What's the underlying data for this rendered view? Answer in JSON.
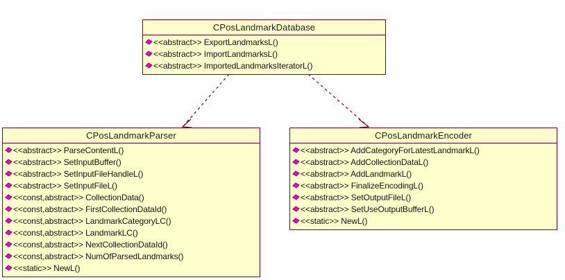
{
  "diagram": {
    "type": "uml-class-diagram",
    "background_color": "#ffffff",
    "box_fill_color": "#ffffcc",
    "box_border_color": "#7d0022",
    "connector_color": "#7d0022",
    "bullet_color": "#ff00cc",
    "text_color": "#111111",
    "classes": [
      {
        "id": "database",
        "name": "CPosLandmarkDatabase",
        "members": [
          {
            "stereotype": "<<abstract>>",
            "name": "ExportLandmarksL()",
            "text": "<<abstract>> ExportLandmarksL()",
            "visibility": "magenta-diamond"
          },
          {
            "stereotype": "<<abstract>>",
            "name": "ImportLandmarksL()",
            "text": "<<abstract>> ImportLandmarksL()",
            "visibility": "magenta-diamond"
          },
          {
            "stereotype": "<<abstract>>",
            "name": "ImportedLandmarksIteratorL()",
            "text": "<<abstract>> ImportedLandmarksIteratorL()",
            "visibility": "magenta-diamond"
          }
        ]
      },
      {
        "id": "parser",
        "name": "CPosLandmarkParser",
        "members": [
          {
            "stereotype": "<<abstract>>",
            "name": "ParseContentL()",
            "text": "<<abstract>> ParseContentL()",
            "visibility": "magenta-diamond"
          },
          {
            "stereotype": "<<abstract>>",
            "name": "SetInputBuffer()",
            "text": "<<abstract>> SetInputBuffer()",
            "visibility": "magenta-diamond"
          },
          {
            "stereotype": "<<abstract>>",
            "name": "SetInputFileHandleL()",
            "text": "<<abstract>> SetInputFileHandleL()",
            "visibility": "magenta-diamond"
          },
          {
            "stereotype": "<<abstract>>",
            "name": "SetInputFileL()",
            "text": "<<abstract>> SetInputFileL()",
            "visibility": "magenta-diamond"
          },
          {
            "stereotype": "<<const,abstract>>",
            "name": "CollectionData()",
            "text": "<<const,abstract>> CollectionData()",
            "visibility": "magenta-diamond"
          },
          {
            "stereotype": "<<const,abstract>>",
            "name": "FirstCollectionDataId()",
            "text": "<<const,abstract>> FirstCollectionDataId()",
            "visibility": "magenta-diamond"
          },
          {
            "stereotype": "<<const,abstract>>",
            "name": "LandmarkCategoryLC()",
            "text": "<<const,abstract>> LandmarkCategoryLC()",
            "visibility": "magenta-diamond"
          },
          {
            "stereotype": "<<const,abstract>>",
            "name": "LandmarkLC()",
            "text": "<<const,abstract>> LandmarkLC()",
            "visibility": "magenta-diamond"
          },
          {
            "stereotype": "<<const,abstract>>",
            "name": "NextCollectionDataId()",
            "text": "<<const,abstract>> NextCollectionDataId()",
            "visibility": "magenta-diamond"
          },
          {
            "stereotype": "<<const,abstract>>",
            "name": "NumOfParsedLandmarks()",
            "text": "<<const,abstract>> NumOfParsedLandmarks()",
            "visibility": "magenta-diamond"
          },
          {
            "stereotype": "<<static>>",
            "name": "NewL()",
            "text": "<<static>> NewL()",
            "visibility": "magenta-diamond"
          }
        ]
      },
      {
        "id": "encoder",
        "name": "CPosLandmarkEncoder",
        "members": [
          {
            "stereotype": "<<abstract>>",
            "name": "AddCategoryForLatestLandmarkL()",
            "text": "<<abstract>> AddCategoryForLatestLandmarkL()",
            "visibility": "magenta-diamond"
          },
          {
            "stereotype": "<<abstract>>",
            "name": "AddCollectionDataL()",
            "text": "<<abstract>> AddCollectionDataL()",
            "visibility": "magenta-diamond"
          },
          {
            "stereotype": "<<abstract>>",
            "name": "AddLandmarkL()",
            "text": "<<abstract>> AddLandmarkL()",
            "visibility": "magenta-diamond"
          },
          {
            "stereotype": "<<abstract>>",
            "name": "FinalizeEncodingL()",
            "text": "<<abstract>> FinalizeEncodingL()",
            "visibility": "magenta-diamond"
          },
          {
            "stereotype": "<<abstract>>",
            "name": "SetOutputFileL()",
            "text": "<<abstract>> SetOutputFileL()",
            "visibility": "magenta-diamond"
          },
          {
            "stereotype": "<<abstract>>",
            "name": "SetUseOutputBufferL()",
            "text": "<<abstract>> SetUseOutputBufferL()",
            "visibility": "magenta-diamond"
          },
          {
            "stereotype": "<<static>>",
            "name": "NewL()",
            "text": "<<static>> NewL()",
            "visibility": "magenta-diamond"
          }
        ]
      }
    ],
    "connectors": [
      {
        "id": "database-to-parser",
        "kind": "dashed-open-arrow",
        "from": "CPosLandmarkDatabase",
        "to": "CPosLandmarkParser"
      },
      {
        "id": "database-to-encoder",
        "kind": "dashed-open-arrow",
        "from": "CPosLandmarkDatabase",
        "to": "CPosLandmarkEncoder"
      }
    ]
  }
}
